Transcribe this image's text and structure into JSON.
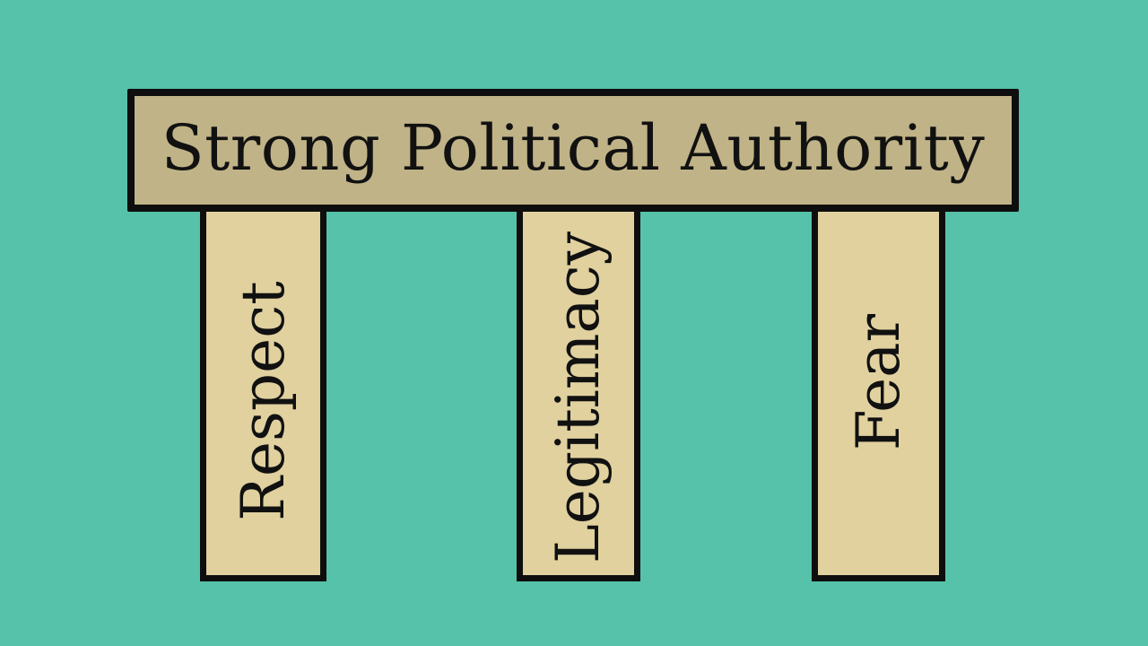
{
  "diagram": {
    "title": "Strong Political Authority",
    "pillars": [
      {
        "label": "Respect"
      },
      {
        "label": "Legitimacy"
      },
      {
        "label": "Fear"
      }
    ]
  },
  "colors": {
    "background": "#56c2aa",
    "beam_fill": "#c0b387",
    "pillar_fill": "#e0d19f",
    "outline": "#0e0e0e"
  }
}
